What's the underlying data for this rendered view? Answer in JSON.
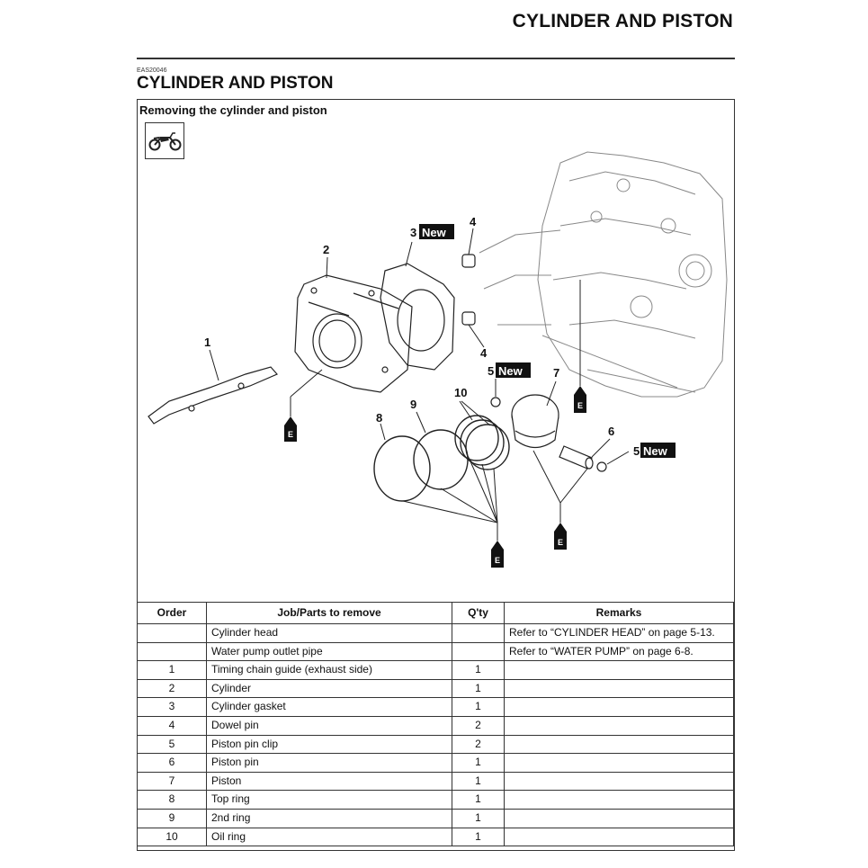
{
  "header": {
    "title": "CYLINDER AND PISTON"
  },
  "section": {
    "code": "EAS20046",
    "title": "CYLINDER AND PISTON",
    "subtitle": "Removing the cylinder and piston"
  },
  "icons": {
    "section_icon": "motorcycle-icon",
    "oil_symbol": "engine-oil-icon"
  },
  "diagram": {
    "callouts": {
      "c1": "1",
      "c2": "2",
      "c3": "3",
      "c4a": "4",
      "c4b": "4",
      "c5a": "5",
      "c5b": "5",
      "c6": "6",
      "c7": "7",
      "c8": "8",
      "c9": "9",
      "c10": "10"
    },
    "new_label": "New",
    "oil_letter": "E"
  },
  "table": {
    "headers": {
      "order": "Order",
      "job": "Job/Parts to remove",
      "qty": "Q'ty",
      "remarks": "Remarks"
    },
    "rows": [
      {
        "order": "",
        "job": "Cylinder head",
        "qty": "",
        "remarks": "Refer to “CYLINDER HEAD” on page 5-13."
      },
      {
        "order": "",
        "job": "Water pump outlet pipe",
        "qty": "",
        "remarks": "Refer to “WATER PUMP” on page 6-8."
      },
      {
        "order": "1",
        "job": "Timing chain guide (exhaust side)",
        "qty": "1",
        "remarks": ""
      },
      {
        "order": "2",
        "job": "Cylinder",
        "qty": "1",
        "remarks": ""
      },
      {
        "order": "3",
        "job": "Cylinder gasket",
        "qty": "1",
        "remarks": ""
      },
      {
        "order": "4",
        "job": "Dowel pin",
        "qty": "2",
        "remarks": ""
      },
      {
        "order": "5",
        "job": "Piston pin clip",
        "qty": "2",
        "remarks": ""
      },
      {
        "order": "6",
        "job": "Piston pin",
        "qty": "1",
        "remarks": ""
      },
      {
        "order": "7",
        "job": "Piston",
        "qty": "1",
        "remarks": ""
      },
      {
        "order": "8",
        "job": "Top ring",
        "qty": "1",
        "remarks": ""
      },
      {
        "order": "9",
        "job": "2nd ring",
        "qty": "1",
        "remarks": ""
      },
      {
        "order": "10",
        "job": "Oil ring",
        "qty": "1",
        "remarks": ""
      }
    ]
  }
}
